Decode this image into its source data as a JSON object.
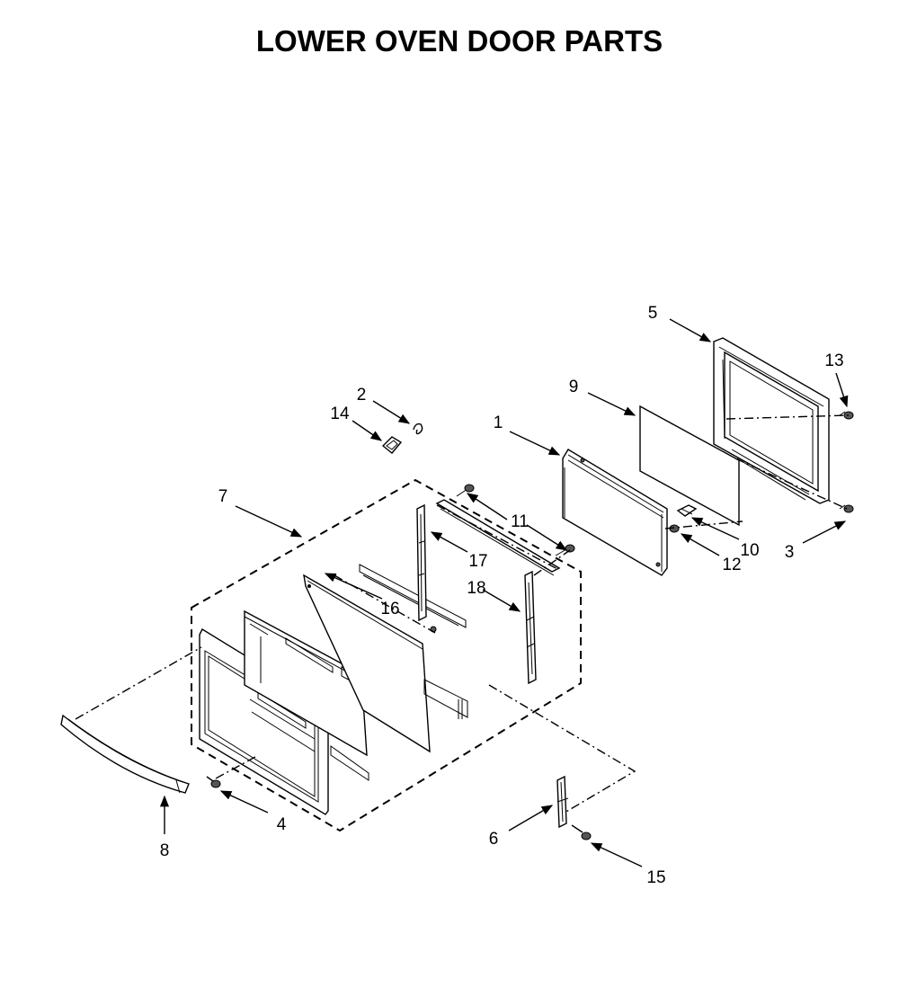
{
  "title": "LOWER OVEN DOOR PARTS",
  "callouts": [
    {
      "id": "1",
      "label": "1"
    },
    {
      "id": "2",
      "label": "2"
    },
    {
      "id": "3",
      "label": "3"
    },
    {
      "id": "4",
      "label": "4"
    },
    {
      "id": "5",
      "label": "5"
    },
    {
      "id": "6",
      "label": "6"
    },
    {
      "id": "7",
      "label": "7"
    },
    {
      "id": "8",
      "label": "8"
    },
    {
      "id": "9",
      "label": "9"
    },
    {
      "id": "10",
      "label": "10"
    },
    {
      "id": "11",
      "label": "11"
    },
    {
      "id": "12",
      "label": "12"
    },
    {
      "id": "13",
      "label": "13"
    },
    {
      "id": "14",
      "label": "14"
    },
    {
      "id": "15",
      "label": "15"
    },
    {
      "id": "16",
      "label": "16"
    },
    {
      "id": "17",
      "label": "17"
    },
    {
      "id": "18",
      "label": "18"
    }
  ]
}
